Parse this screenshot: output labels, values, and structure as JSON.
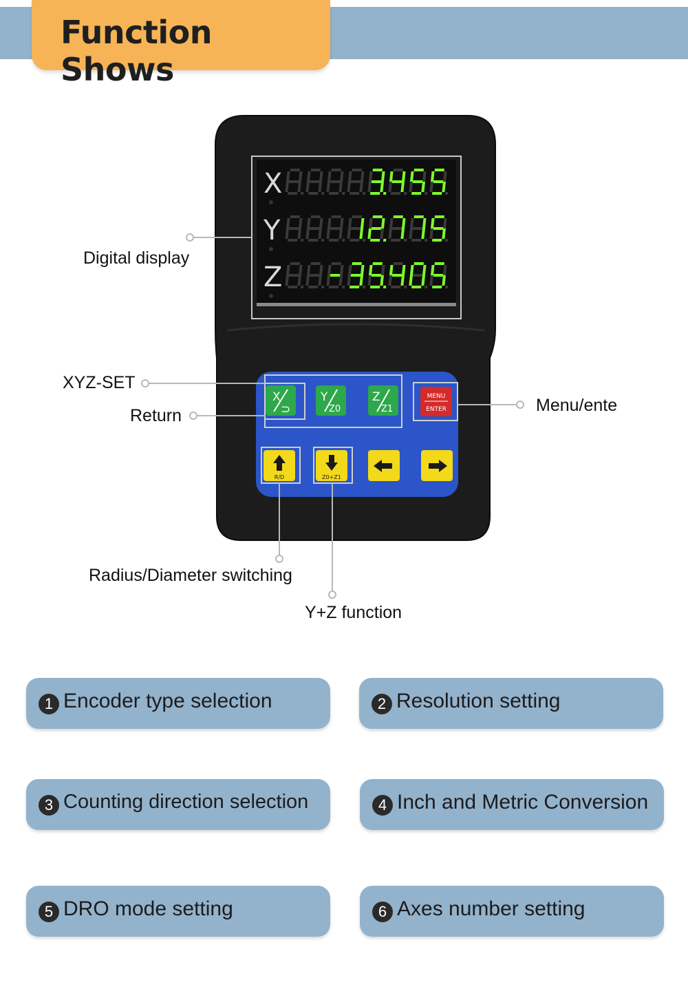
{
  "header": {
    "title": "Function Shows"
  },
  "display": {
    "rows": [
      {
        "axis": "X",
        "value": "3.455"
      },
      {
        "axis": "Y",
        "value": "12.775"
      },
      {
        "axis": "Z",
        "value": "-35.405"
      }
    ],
    "colors": {
      "digit_on": "#7dff2c",
      "digit_off": "#3a3a3a",
      "body": "#1c1c1c"
    }
  },
  "keypad": {
    "key_xyzset": "X",
    "key_return": "⊃",
    "key_y_top": "Y",
    "key_y_bottom": "Z0",
    "key_z_top": "Z",
    "key_z_bottom": "Z1",
    "key_menu_top": "MENU",
    "key_menu_bottom": "ENTER",
    "key_up_label": "R/D",
    "key_down_label": "Z0+Z1",
    "icons": [
      "arrow-up-icon",
      "arrow-down-icon",
      "arrow-left-icon",
      "arrow-right-icon"
    ],
    "colors": {
      "panel": "#2b55c8",
      "green": "#2da84a",
      "yellow": "#f2d91a",
      "red": "#d42a2a"
    }
  },
  "callouts": {
    "digital_display": "Digital display",
    "xyz_set": "XYZ-SET",
    "return": "Return",
    "menu_enter": "Menu/ente",
    "radius_diameter": "Radius/Diameter switching",
    "yz_function": "Y+Z function"
  },
  "features": [
    {
      "num": "1",
      "label": "Encoder type selection"
    },
    {
      "num": "2",
      "label": "Resolution setting"
    },
    {
      "num": "3",
      "label": "Counting direction selection"
    },
    {
      "num": "4",
      "label": "Inch and Metric Conversion"
    },
    {
      "num": "5",
      "label": "DRO mode setting"
    },
    {
      "num": "6",
      "label": "Axes number setting"
    }
  ],
  "colors": {
    "band": "#93b2cc",
    "title_tab": "#f6b456"
  }
}
